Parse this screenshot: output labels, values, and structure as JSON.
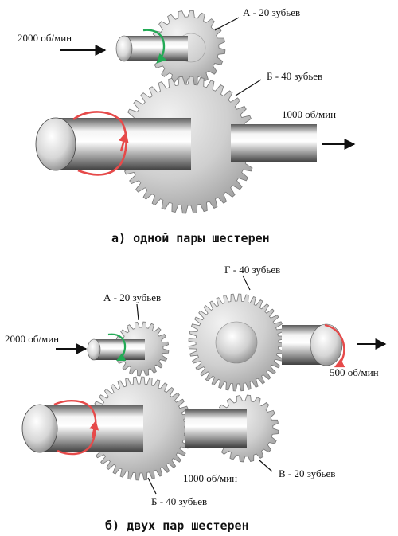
{
  "diagram_a": {
    "speed_in": "2000 об/мин",
    "gear_a": "А - 20 зубьев",
    "gear_b": "Б - 40 зубьев",
    "speed_out": "1000 об/мин",
    "caption": "а) одной пары шестерен"
  },
  "diagram_b": {
    "speed_in": "2000 об/мин",
    "gear_a": "А - 20 зубьев",
    "gear_g": "Г - 40 зубьев",
    "speed_out": "500 об/мин",
    "speed_mid": "1000 об/мин",
    "gear_v": "В - 20 зубьев",
    "gear_b": "Б - 40 зубьев",
    "caption": "б) двух пар шестерен"
  },
  "colors": {
    "rotation_arrow_red": "#e64a4a",
    "rotation_arrow_green": "#22aa55",
    "gear_metal": "#c9c9c9",
    "shaft_metal": "#d0d0d0"
  }
}
